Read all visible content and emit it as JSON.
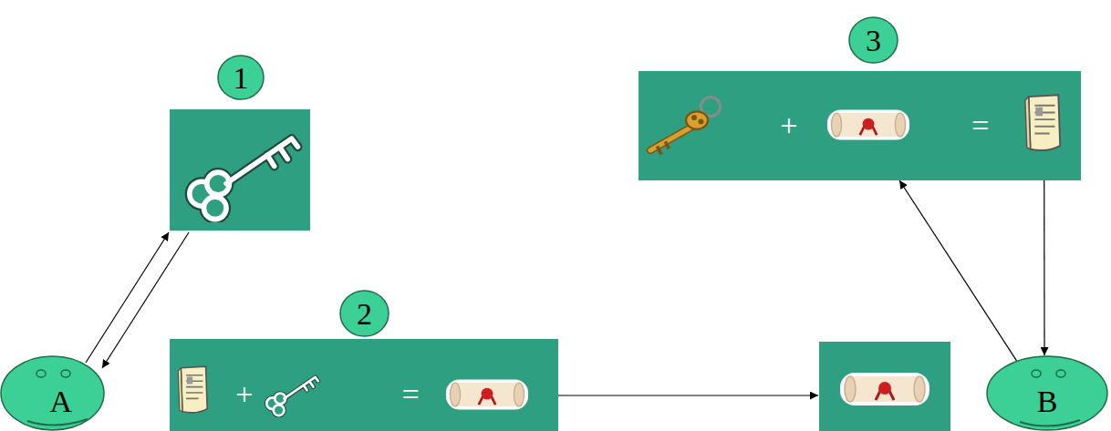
{
  "diagram": {
    "nodes": [
      {
        "text": [
          "1"
        ]
      },
      {
        "text": [
          "3"
        ]
      },
      {
        "text": [
          "+",
          "="
        ]
      },
      {
        "text": [
          "2"
        ]
      },
      {
        "text": [
          "+",
          "="
        ]
      },
      {
        "text": [
          "A"
        ]
      },
      {
        "text": [
          "B"
        ]
      }
    ],
    "edges": [
      {
        "from": 6,
        "to": 2,
        "arrow": "to"
      },
      {
        "from": 2,
        "to": 6,
        "arrow": "to"
      }
    ]
  }
}
